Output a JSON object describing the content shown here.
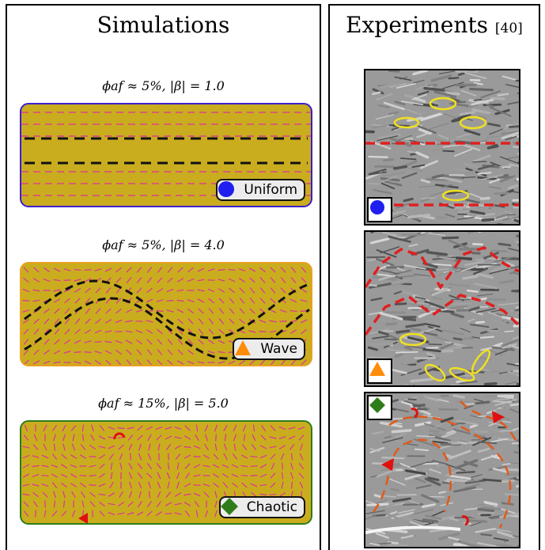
{
  "simulations": {
    "title": "Simulations",
    "panels": [
      {
        "caption": "ϕaf ≈ 5%, |β| = 1.0",
        "label": "Uniform",
        "border_color": "#3b1fc9",
        "marker": "circle-icon",
        "marker_color": "#1f1ff0"
      },
      {
        "caption": "ϕaf ≈ 5%, |β| = 4.0",
        "label": "Wave",
        "border_color": "#e8a020",
        "marker": "triangle-icon",
        "marker_color": "#ff8c0a"
      },
      {
        "caption": "ϕaf ≈ 15%, |β| = 5.0",
        "label": "Chaotic",
        "border_color": "#2e7d1a",
        "marker": "diamond-icon",
        "marker_color": "#2e7d1a"
      }
    ]
  },
  "experiments": {
    "title": "Experiments",
    "reference": "[40]",
    "panels": [
      {
        "marker": "circle-icon",
        "marker_color": "#1f1ff0"
      },
      {
        "marker": "triangle-icon",
        "marker_color": "#ff8c0a"
      },
      {
        "marker": "diamond-icon",
        "marker_color": "#2e7d1a"
      }
    ]
  },
  "colors": {
    "field": "#c9ad1f",
    "director": "#e0309a",
    "defect_line": "#111111",
    "exp_line": "#e02020",
    "exp_ellipse": "#f0e020",
    "exp_chaotic_line": "#e05a1a"
  }
}
